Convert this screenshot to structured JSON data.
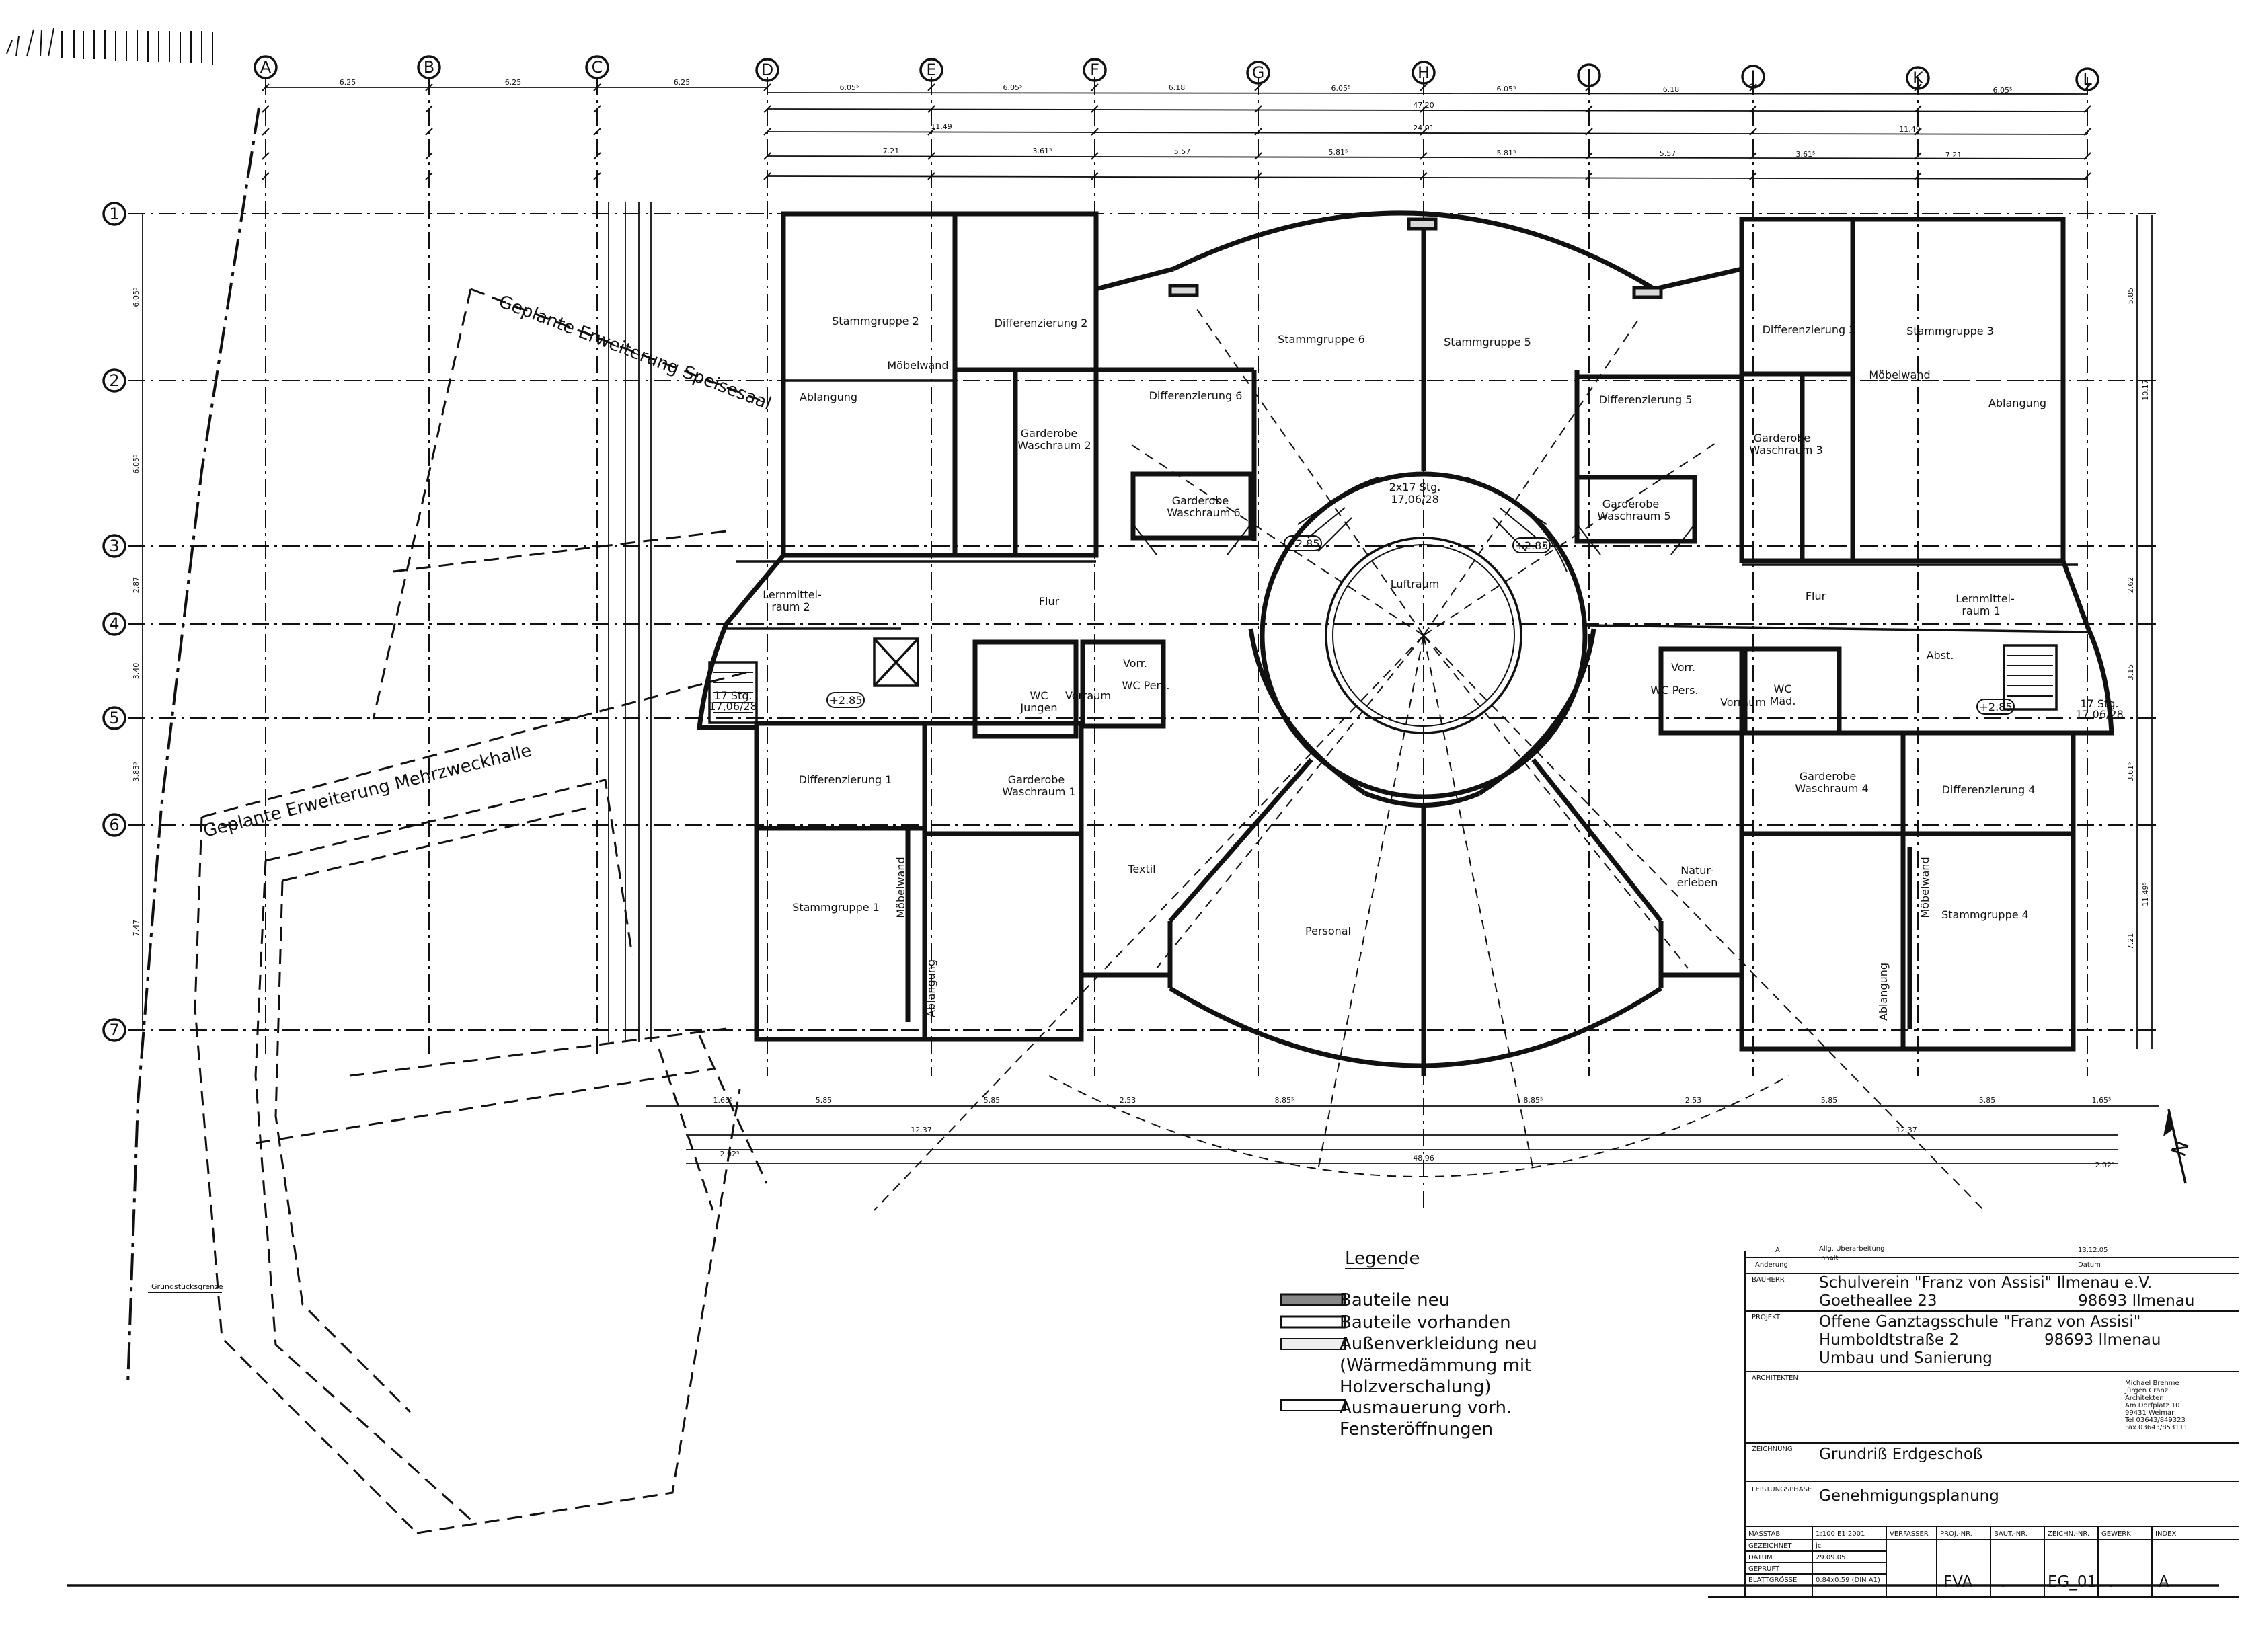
{
  "drawing": {
    "axes_columns": [
      "A",
      "B",
      "C",
      "D",
      "E",
      "F",
      "G",
      "H",
      "I",
      "J",
      "K",
      "L"
    ],
    "axes_rows": [
      "1",
      "2",
      "3",
      "4",
      "5",
      "6",
      "7"
    ],
    "rooms": {
      "stammgruppe_2": "Stammgruppe 2",
      "differenzierung_2": "Differenzierung 2",
      "stammgruppe_6": "Stammgruppe 6",
      "stammgruppe_5": "Stammgruppe 5",
      "differenzierung_6": "Differenzierung 6",
      "differenzierung_5": "Differenzierung 5",
      "differenzierung_3": "Differenzierung 3",
      "stammgruppe_3": "Stammgruppe 3",
      "garderobe_2_a": "Garderobe",
      "garderobe_2_b": "Waschraum 2",
      "garderobe_6_a": "Garderobe",
      "garderobe_6_b": "Waschraum 6",
      "garderobe_5_a": "Garderobe",
      "garderobe_5_b": "Waschraum 5",
      "garderobe_3_a": "Garderobe",
      "garderobe_3_b": "Waschraum 3",
      "stairs_center_a": "2x17 Stg.",
      "stairs_center_b": "17,06/28",
      "luftraum": "Luftraum",
      "lernmittelraum_2_a": "Lernmittel-",
      "lernmittelraum_2_b": "raum 2",
      "lernmittelraum_1_a": "Lernmittel-",
      "lernmittelraum_1_b": "raum 1",
      "flur": "Flur",
      "stairs_left_a": "17 Stg.",
      "stairs_left_b": "17,06/28",
      "stairs_right_a": "17 Stg.",
      "stairs_right_b": "17,06/28",
      "wc_jungen_a": "WC",
      "wc_jungen_b": "Jungen",
      "vorraum": "Vorraum",
      "vorr": "Vorr.",
      "wc_pers": "WC Pers.",
      "wc_maed_a": "WC",
      "wc_maed_b": "Mäd.",
      "abst": "Abst.",
      "differenzierung_1": "Differenzierung 1",
      "garderobe_1_a": "Garderobe",
      "garderobe_1_b": "Waschraum 1",
      "garderobe_4_a": "Garderobe",
      "garderobe_4_b": "Waschraum 4",
      "differenzierung_4": "Differenzierung 4",
      "textil": "Textil",
      "naturerleben_a": "Natur-",
      "naturerleben_b": "erleben",
      "stammgruppe_1": "Stammgruppe 1",
      "personal": "Personal",
      "stammgruppe_4": "Stammgruppe 4",
      "moebelwand": "Möbelwand",
      "ablangung": "Ablangung",
      "level": "+2.85"
    },
    "annotations": {
      "geplante_speisesaal": "Geplante Erweiterung Speisesaal",
      "geplante_mehrzweckhalle": "Geplante Erweiterung Mehrzweckhalle",
      "grundstuecksgrenze": "Grundstücksgrenze"
    },
    "dimensions": {
      "top1": [
        "6.25",
        "6.25",
        "6.25",
        "6.05⁵",
        "6.05⁵",
        "6.18",
        "6.05⁵",
        "6.05⁵",
        "6.18",
        "6.05⁵"
      ],
      "top2": "47.20",
      "top3a": "11.49",
      "top3b": "24.01",
      "top3c": "11.49",
      "top4": [
        "7.21",
        "3.61⁵",
        "5.57",
        "5.81⁵",
        "5.81⁵",
        "5.57",
        "3.61⁵",
        "7.21"
      ],
      "bottom1": [
        "1.65⁵",
        "5.85",
        "5.85",
        "2.53",
        "8.85⁵",
        "8.85⁵",
        "2.53",
        "5.85",
        "5.85",
        "1.65⁵"
      ],
      "bottom2a": "12.37",
      "bottom2b": "12.37",
      "bottom3": "48.96",
      "bottom_left": "2.02⁵",
      "bottom_right": "2.02⁵",
      "left1": [
        "6.05⁵",
        "6.05⁵",
        "2.87",
        "3.40",
        "3.83⁵",
        "7.47"
      ],
      "right1": [
        "5.85",
        "10.17",
        "2.62",
        "3.15",
        "3.61⁵",
        "11.49⁵",
        "7.21"
      ]
    }
  },
  "legend": {
    "title": "Legende",
    "items": [
      {
        "label": "Bauteile neu"
      },
      {
        "label": "Bauteile vorhanden"
      },
      {
        "label": "Außenverkleidung neu"
      },
      {
        "label": "(Wärmedämmung mit"
      },
      {
        "label": "Holzverschalung)"
      },
      {
        "label": "Ausmauerung vorh."
      },
      {
        "label": "Fensteröffnungen"
      }
    ]
  },
  "titleblock": {
    "revision_index": "A",
    "revision_text_1": "Allg. Überarbeitung",
    "revision_text_2": "Inhalt",
    "revision_date": "13.12.05",
    "label_aenderung": "Änderung",
    "label_datum": "Datum",
    "label_bauherr": "BAUHERR",
    "bauherr_1": "Schulverein \"Franz von Assisi\" Ilmenau e.V.",
    "bauherr_2a": "Goetheallee 23",
    "bauherr_2b": "98693 Ilmenau",
    "label_projekt": "PROJEKT",
    "projekt_1": "Offene Ganztagsschule \"Franz von Assisi\"",
    "projekt_2a": "Humboldtstraße 2",
    "projekt_2b": "98693 Ilmenau",
    "projekt_3": "Umbau und Sanierung",
    "label_architekten": "ARCHITEKTEN",
    "architekt": [
      "Michael Brehme",
      "Jürgen Cranz",
      "Architekten",
      "Am Dorfplatz 10",
      "99431 Weimar",
      "Tel 03643/849323",
      "Fax 03643/853111"
    ],
    "label_zeichnung": "ZEICHNUNG",
    "zeichnung": "Grundriß Erdgeschoß",
    "label_leistungsphase": "LEISTUNGSPHASE",
    "leistungsphase": "Genehmigungsplanung",
    "table_labels": [
      "MASSTAB",
      "GEZEICHNET",
      "DATUM",
      "GEPRÜFT",
      "BLATTGRÖSSE"
    ],
    "table_values": [
      "1:100  E1 2001",
      "jc",
      "29.09.05",
      "",
      "0.84x0.59 (DIN A1)"
    ],
    "table_headers": [
      "VERFASSER",
      "PROJ.-NR.",
      "BAUT.-NR.",
      "ZEICHN.-NR.",
      "GEWERK",
      "INDEX"
    ],
    "verfasser": "FVA",
    "proj_nr": ".",
    "zeichn_nr": "EG_01",
    "gewerk": ".",
    "index": "A"
  },
  "north_label": "N"
}
